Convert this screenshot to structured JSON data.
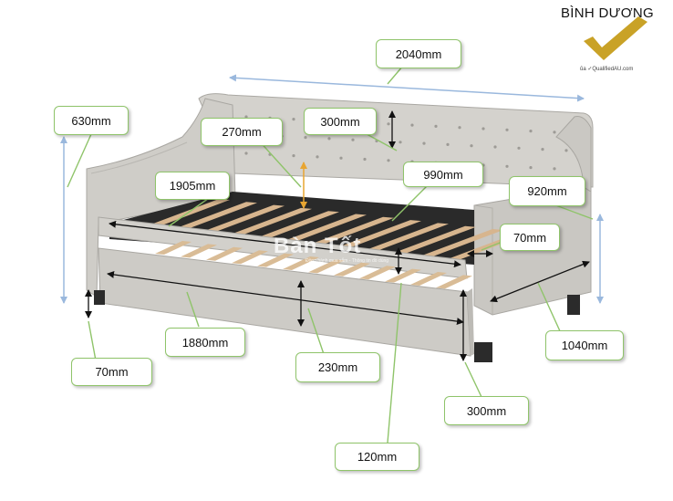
{
  "brand": {
    "name": "BÌNH DƯƠNG",
    "tagline": "ủa ✓QualifiedAU.com",
    "accent": "#c9a227"
  },
  "watermark": {
    "main": "Bàn Tốt",
    "sub": "Đồng hành mua sắm - Thông tin đồ dùng"
  },
  "colors": {
    "callout_border": "#8fc46a",
    "arrow_blue": "#9ab8dd",
    "arrow_black": "#111111",
    "arrow_orange": "#e8a531",
    "upholstery": "#cdcbc6",
    "slat": "#d7b58e"
  },
  "labels": {
    "top_width": "2040mm",
    "left_height": "630mm",
    "back_height": "300mm",
    "inner_height": "270mm",
    "inner_length": "1905mm",
    "inner_width": "990mm",
    "arm_height": "920mm",
    "arm_thickness": "70mm",
    "leg_left": "70mm",
    "trundle_length": "1880mm",
    "trundle_height": "230mm",
    "total_depth": "1040mm",
    "leg_right": "300mm",
    "gap": "120mm"
  }
}
